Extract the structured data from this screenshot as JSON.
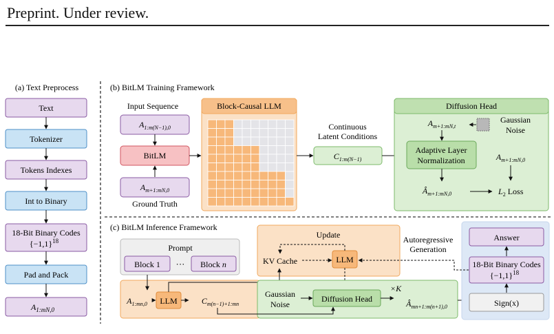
{
  "header": {
    "text": "Preprint. Under review."
  },
  "colors": {
    "purple_fill": "#e7d9ee",
    "purple_stroke": "#8a5aa3",
    "blue_fill": "#c9e3f5",
    "blue_stroke": "#4d8fc7",
    "red_fill": "#f7c1c3",
    "red_stroke": "#d05560",
    "orange_fill": "#fbe1c6",
    "orange_stroke": "#f0a85d",
    "orange_cell": "#f7b87a",
    "grid_cell_grey": "#e4e4e8",
    "green_fill": "#dcefd4",
    "green_stroke": "#7cba6a",
    "lightblue_panel": "#dde8f6",
    "grey_panel": "#efefef"
  },
  "preprocess": {
    "title": "(a) Text Preprocess",
    "steps": [
      "Text",
      "Tokenizer",
      "Tokens Indexes",
      "Int to Binary",
      "18-Bit Binary Codes",
      "Pad and Pack",
      "A"
    ],
    "codes_set": "{−1,1}",
    "codes_exp": "18",
    "last_sub": "1:mN,0"
  },
  "training": {
    "title": "(b) BitLM Training Framework",
    "input_sequence": "Input Sequence",
    "input_var": "A",
    "input_sub": "1:m(N−1),0",
    "bitlm": "BitLM",
    "gt_var": "A",
    "gt_sub": "m+1:mN,0",
    "ground_truth": "Ground Truth",
    "block_causal": "Block-Causal LLM",
    "continuous_1": "Continuous",
    "continuous_2": "Latent Conditions",
    "cond_var": "C",
    "cond_sub": "1:m(N−1)",
    "diffusion_head": "Diffusion Head",
    "noisy_var": "A",
    "noisy_sub": "m+1:mN,t",
    "gaussian_1": "Gaussian",
    "gaussian_2": "Noise",
    "adaln_1": "Adaptive Layer",
    "adaln_2": "Normalization",
    "target_var": "A",
    "target_sub": "m+1:mN,0",
    "pred_var": "Â",
    "pred_sub": "m+1:mN,0",
    "loss_var": "L",
    "loss_sub": "2",
    "loss_word": " Loss"
  },
  "inference": {
    "title": "(c) BitLM Inference Framework",
    "prompt": "Prompt",
    "block1": "Block 1",
    "dots": "···",
    "blockn_word": "Block ",
    "blockn_var": "n",
    "update": "Update",
    "kv_cache": "KV Cache",
    "llm": "LLM",
    "autoregressive_1": "Autoregressive",
    "autoregressive_2": "Generation",
    "in_var": "A",
    "in_sub": "1:mn,0",
    "out_var": "C",
    "out_sub": "m(n−1)+1:mn",
    "gaussian_1": "Gaussian",
    "gaussian_2": "Noise",
    "diffusion_head": "Diffusion Head",
    "times_k": "×K",
    "pred_var": "Â",
    "pred_sub": "mn+1:m(n+1),0",
    "sign": "Sign(x)",
    "codes": "18-Bit Binary Codes",
    "codes_set": "{−1,1}",
    "codes_exp": "18",
    "answer": "Answer"
  }
}
